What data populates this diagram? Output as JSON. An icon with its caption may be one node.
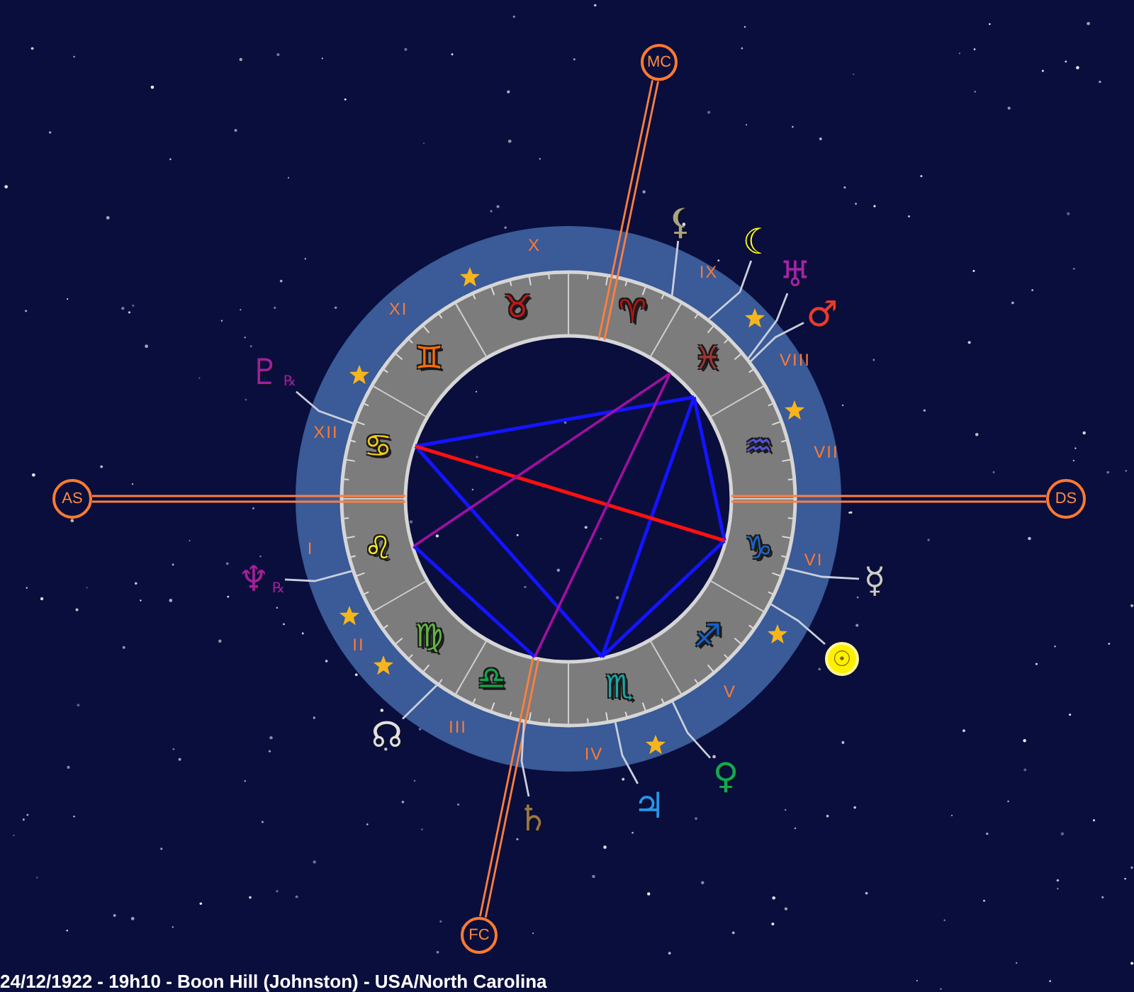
{
  "diagram": {
    "nodes": [
      {
        "text": [
          "MC"
        ]
      },
      {
        "text": [
          "⚸"
        ]
      },
      {
        "text": [
          "☾"
        ]
      },
      {
        "text": [
          "♅"
        ]
      },
      {
        "text": [
          "♂"
        ]
      },
      {
        "text": [
          "♇",
          "℞"
        ]
      },
      {
        "text": [
          "AS"
        ]
      },
      {
        "text": [
          "DS"
        ]
      },
      {
        "text": [
          "♆",
          "℞"
        ]
      },
      {
        "text": [
          "☿"
        ]
      },
      {
        "text": [
          "☉"
        ]
      },
      {
        "text": [
          "☊"
        ]
      },
      {
        "text": [
          "♀"
        ]
      },
      {
        "text": [
          "♃"
        ]
      },
      {
        "text": [
          "♄"
        ]
      },
      {
        "text": [
          "FC"
        ]
      }
    ],
    "edges": [
      {
        "from": 0,
        "to": null,
        "arrow": "none",
        "color": "#ff7f3f"
      },
      {
        "from": 6,
        "to": null,
        "arrow": "none",
        "color": "#ff7f3f"
      },
      {
        "from": 7,
        "to": null,
        "arrow": "none",
        "color": "#ff7f3f"
      },
      {
        "from": 15,
        "to": null,
        "arrow": "none",
        "color": "#ff7f3f"
      },
      {
        "from": 1,
        "to": null,
        "arrow": "none"
      },
      {
        "from": 2,
        "to": null,
        "arrow": "none"
      },
      {
        "from": 3,
        "to": null,
        "arrow": "none"
      },
      {
        "from": 4,
        "to": null,
        "arrow": "none"
      },
      {
        "from": 5,
        "to": null,
        "arrow": "none"
      },
      {
        "from": 8,
        "to": null,
        "arrow": "none"
      },
      {
        "from": 9,
        "to": null,
        "arrow": "none"
      },
      {
        "from": 10,
        "to": null,
        "arrow": "none"
      },
      {
        "from": 11,
        "to": null,
        "arrow": "none"
      },
      {
        "from": 12,
        "to": null,
        "arrow": "none"
      },
      {
        "from": 13,
        "to": null,
        "arrow": "none"
      },
      {
        "from": 14,
        "to": null,
        "arrow": "none"
      }
    ],
    "labels": [
      "X",
      "IX",
      "XI",
      "♉",
      "♈",
      "♊",
      "♓",
      "VIII",
      "XII",
      "♋",
      "♒",
      "VII",
      "I",
      "♌",
      "♑",
      "VI",
      "II",
      "♍",
      "♐",
      "♎",
      "♏",
      "V",
      "III",
      "IV"
    ],
    "caption": "24/12/1922 - 19h10 - Boon Hill (Johnston) - USA/North Carolina"
  }
}
